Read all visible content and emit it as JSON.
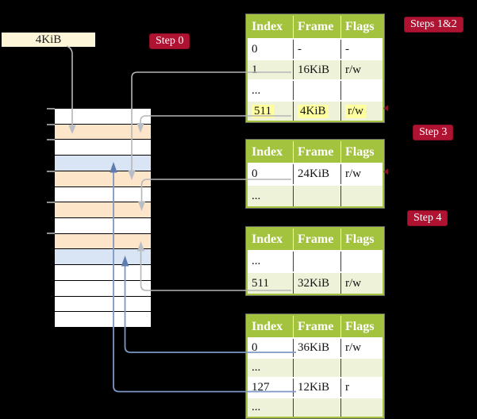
{
  "frame_size_label": "4KiB",
  "steps": {
    "step0": "Step 0",
    "steps12": "Steps 1&2",
    "step3": "Step 3",
    "step4": "Step 4"
  },
  "memory": {
    "rows": [
      "white",
      "peach",
      "white",
      "blue",
      "peach",
      "white",
      "peach",
      "white",
      "peach",
      "blue",
      "white",
      "white",
      "white",
      "white"
    ],
    "tick_rows": [
      0,
      1,
      2,
      4,
      6,
      8
    ]
  },
  "tables": [
    {
      "name": "page-table-steps12",
      "headers": [
        "Index",
        "Frame",
        "Flags"
      ],
      "rows": [
        {
          "cells": [
            "0",
            "-",
            "-"
          ],
          "shade": false,
          "highlight": false
        },
        {
          "cells": [
            "1",
            "16KiB",
            "r/w"
          ],
          "shade": true,
          "highlight": false
        },
        {
          "cells": [
            "...",
            "",
            ""
          ],
          "shade": false,
          "highlight": false
        },
        {
          "cells": [
            "511",
            "4KiB",
            "r/w"
          ],
          "shade": true,
          "highlight": true
        }
      ]
    },
    {
      "name": "page-table-step3",
      "headers": [
        "Index",
        "Frame",
        "Flags"
      ],
      "rows": [
        {
          "cells": [
            "0",
            "24KiB",
            "r/w"
          ],
          "shade": false,
          "highlight": false
        },
        {
          "cells": [
            "...",
            "",
            ""
          ],
          "shade": true,
          "highlight": false
        }
      ]
    },
    {
      "name": "page-table-step4",
      "headers": [
        "Index",
        "Frame",
        "Flags"
      ],
      "rows": [
        {
          "cells": [
            "...",
            "",
            ""
          ],
          "shade": false,
          "highlight": false
        },
        {
          "cells": [
            "511",
            "32KiB",
            "r/w"
          ],
          "shade": true,
          "highlight": false
        }
      ]
    },
    {
      "name": "page-table-leaf",
      "headers": [
        "Index",
        "Frame",
        "Flags"
      ],
      "rows": [
        {
          "cells": [
            "0",
            "36KiB",
            "r/w"
          ],
          "shade": false,
          "highlight": false
        },
        {
          "cells": [
            "...",
            "",
            ""
          ],
          "shade": true,
          "highlight": false
        },
        {
          "cells": [
            "127",
            "12KiB",
            "r"
          ],
          "shade": false,
          "highlight": false
        },
        {
          "cells": [
            "...",
            "",
            ""
          ],
          "shade": true,
          "highlight": false
        }
      ]
    }
  ],
  "colors": {
    "background": "#000000",
    "table_green": "#a3c23d",
    "table_shade_green": "#edf2d9",
    "memory_peach": "#fde5c9",
    "memory_blue": "#d9e4f4",
    "label_cream": "#fdf5d8",
    "badge_red": "#b01232",
    "highlight_yellow": "#ffff9f",
    "gray_connector": "#b6b6b8",
    "blue_connector": "#7e97c5"
  }
}
